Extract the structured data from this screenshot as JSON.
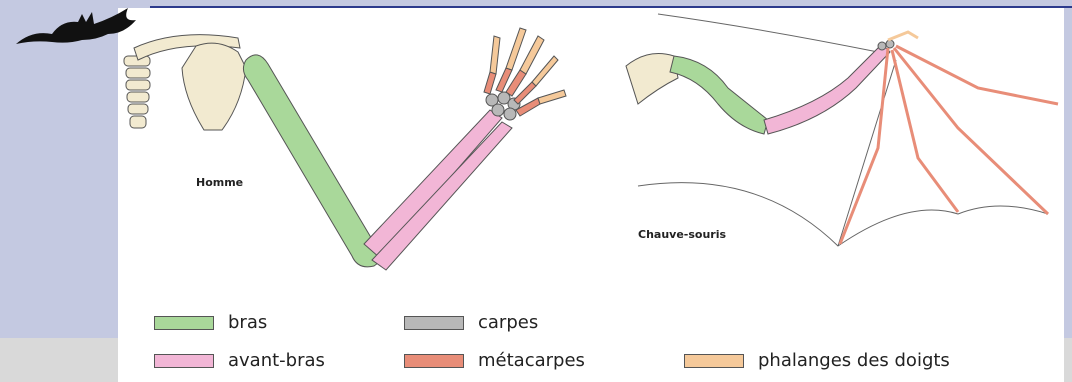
{
  "figure": {
    "human_label": "Homme",
    "bat_label": "Chauve-souris"
  },
  "legend": [
    {
      "label": "bras",
      "color": "#a9d89a"
    },
    {
      "label": "carpes",
      "color": "#b8b8b8"
    },
    {
      "label": "avant-bras",
      "color": "#f2b6d6"
    },
    {
      "label": "métacarpes",
      "color": "#e88d78"
    },
    {
      "label": "phalanges des doigts",
      "color": "#f5c99a"
    }
  ],
  "colors": {
    "background": "#c4c9e1",
    "bone_neutral": "#f2ead0",
    "bat_logo": "#111111"
  }
}
